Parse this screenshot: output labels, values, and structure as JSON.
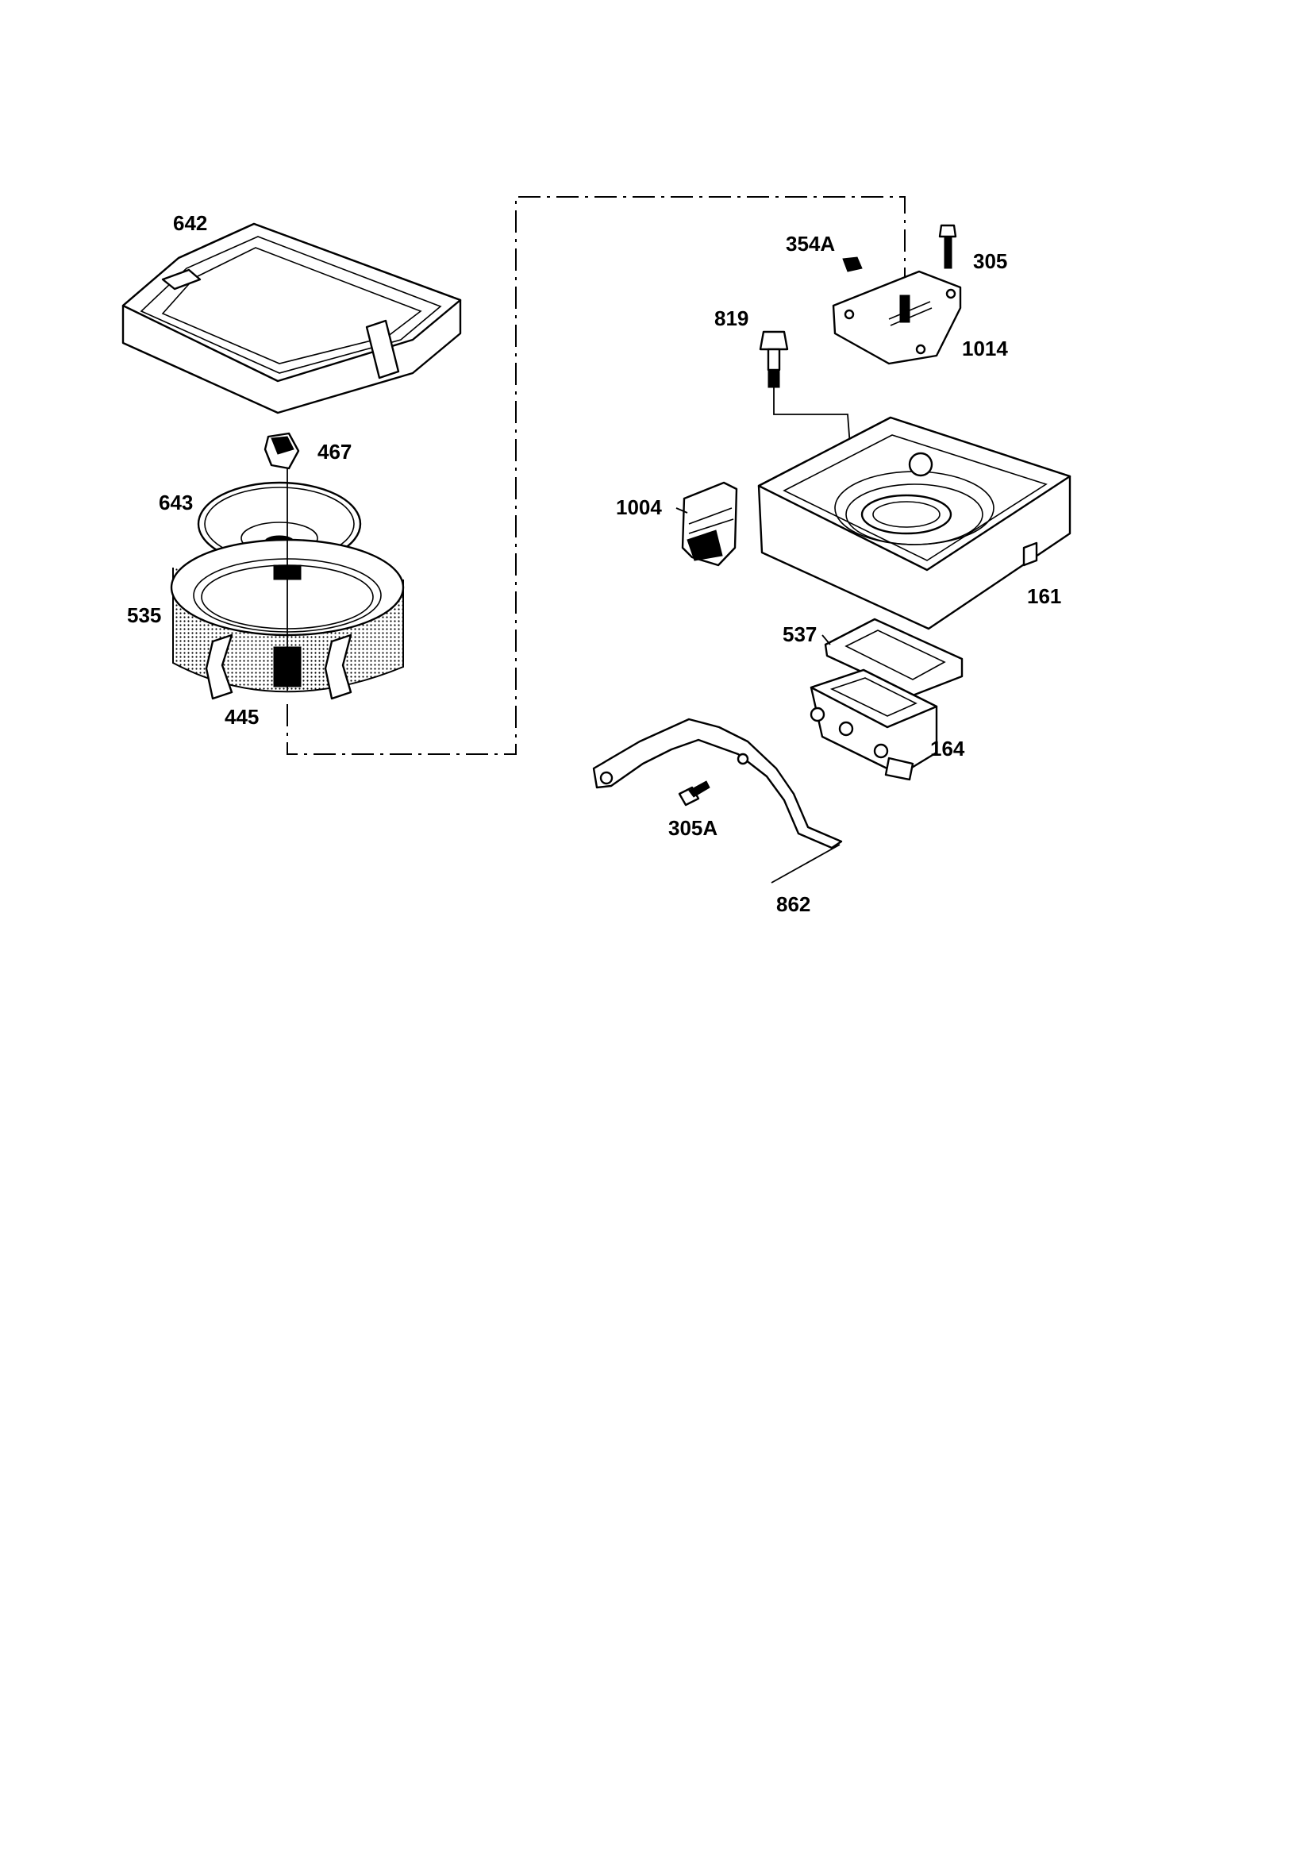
{
  "labels": {
    "p642": "642",
    "p467": "467",
    "p643": "643",
    "p535": "535",
    "p445": "445",
    "p354A": "354A",
    "p305": "305",
    "p819": "819",
    "p1014": "1014",
    "p1004": "1004",
    "p161": "161",
    "p537": "537",
    "p164": "164",
    "p305A": "305A",
    "p862": "862"
  }
}
